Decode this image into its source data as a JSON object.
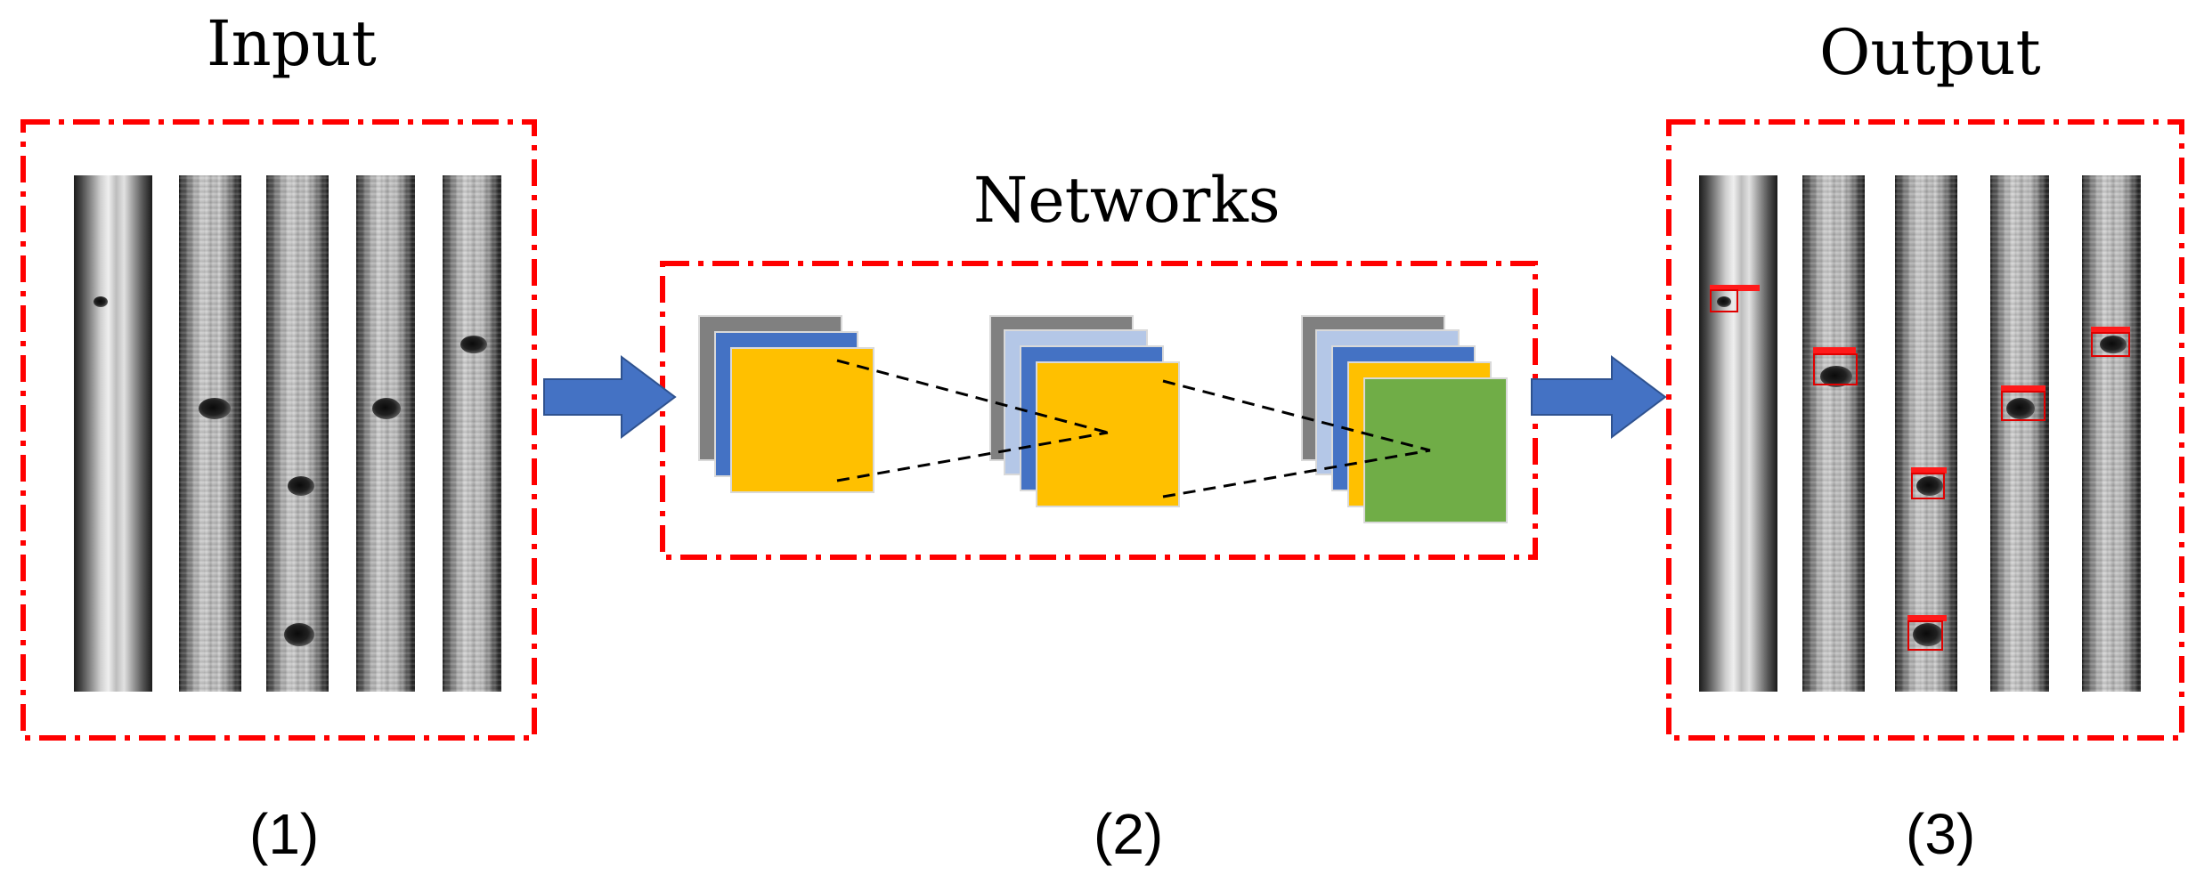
{
  "titles": {
    "input": "Input",
    "networks": "Networks",
    "output": "Output"
  },
  "captions": {
    "step1": "(1)",
    "step2": "(2)",
    "step3": "(3)"
  },
  "colors": {
    "frame": "#ff0000",
    "arrow": "#4472c4",
    "layer_gray": "#808080",
    "layer_blue": "#4472c4",
    "layer_light_blue": "#b4c7e7",
    "layer_yellow": "#ffc000",
    "layer_green": "#70ad47"
  }
}
